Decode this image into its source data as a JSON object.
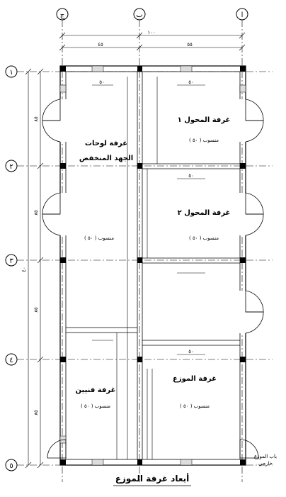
{
  "grid_columns": [
    {
      "label": "ﺍ"
    },
    {
      "label": "ﺏ"
    },
    {
      "label": "ﺝ"
    }
  ],
  "grid_rows": [
    {
      "label": "١"
    },
    {
      "label": "٢"
    },
    {
      "label": "٣"
    },
    {
      "label": "٤"
    },
    {
      "label": "٥"
    }
  ],
  "dimensions": {
    "overall_width": "١٠٠",
    "left_bay": "٤٥",
    "right_bay": "٥٥",
    "overall_height": "٤٠",
    "row_spans": [
      "٨٥",
      "٨٥",
      "٨٥",
      "٨٥"
    ],
    "room_width_marks": [
      "٥٠",
      "٥٠",
      "٥٠",
      "٥٠"
    ]
  },
  "rooms": [
    {
      "name": "غرفة المحول ١",
      "sub": "منسوب ( ٥٠ )"
    },
    {
      "name": "غرفة المحول ٢",
      "sub": "منسوب ( ٥٠ )"
    },
    {
      "name": "غرفة لوحات",
      "name2": "الجهد المنخفض",
      "sub": "منسوب ( ٥٠ )"
    },
    {
      "name": "غرفة الموزع",
      "sub": "منسوب ( ٥٠ )"
    },
    {
      "name": "غرفة فنيين",
      "sub": "منسوب ( ٥٠ )"
    }
  ],
  "notes": {
    "door_note_1": "باب الموزع",
    "door_note_2": "خارجي"
  },
  "title": "أبعاد غرفة الموزع"
}
